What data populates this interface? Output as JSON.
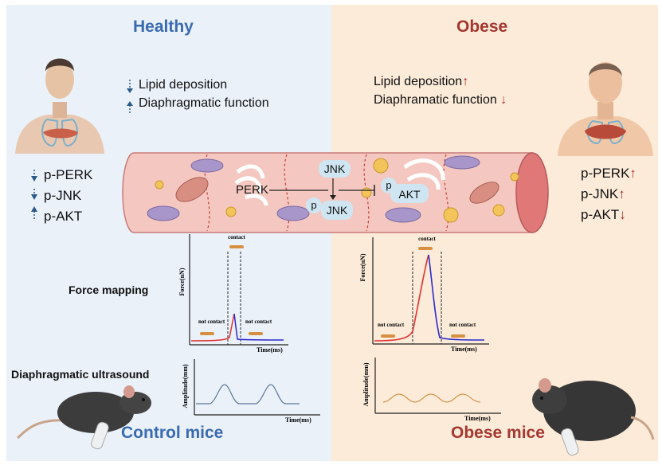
{
  "healthy": {
    "title": "Healthy",
    "lipid": "Lipid deposition",
    "diaph": "Diaphragmatic function",
    "markers": [
      "p-PERK",
      "p-JNK",
      "p-AKT"
    ],
    "label": "Control mice"
  },
  "obese": {
    "title": "Obese",
    "lipid": "Lipid deposition",
    "diaph": "Diaphramatic function",
    "markers": [
      "p-PERK",
      "p-JNK",
      "p-AKT"
    ],
    "arrows": {
      "lipid": "↑",
      "diaph": "↓",
      "perk": "↑",
      "jnk": "↑",
      "akt": "↓"
    },
    "label": "Obese mice"
  },
  "pathway": {
    "perk": "PERK",
    "jnk": "JNK",
    "p": "p",
    "pjnk": "JNK",
    "pakt": "AKT"
  },
  "labels": {
    "force_mapping": "Force mapping",
    "ultrasound": "Diaphragmatic ultrasound"
  },
  "plots": {
    "force_ylabel": "Force(nN)",
    "force_xlabel": "Time(ms)",
    "contact": "contact",
    "not_contact": "not contact",
    "amp_ylabel": "Amplitude(mm)",
    "amp_xlabel": "Time(ms)"
  },
  "colors": {
    "healthy_bg": "#eaf1f9",
    "obese_bg": "#fcebd9",
    "healthy_title": "#3a6bb0",
    "obese_title": "#a33830",
    "arrow_red": "#b02a2a",
    "force_rise": "#e03030",
    "force_fall": "#2a2acc",
    "healthy_wave": "#5a7898",
    "obese_wave": "#d9934a"
  }
}
